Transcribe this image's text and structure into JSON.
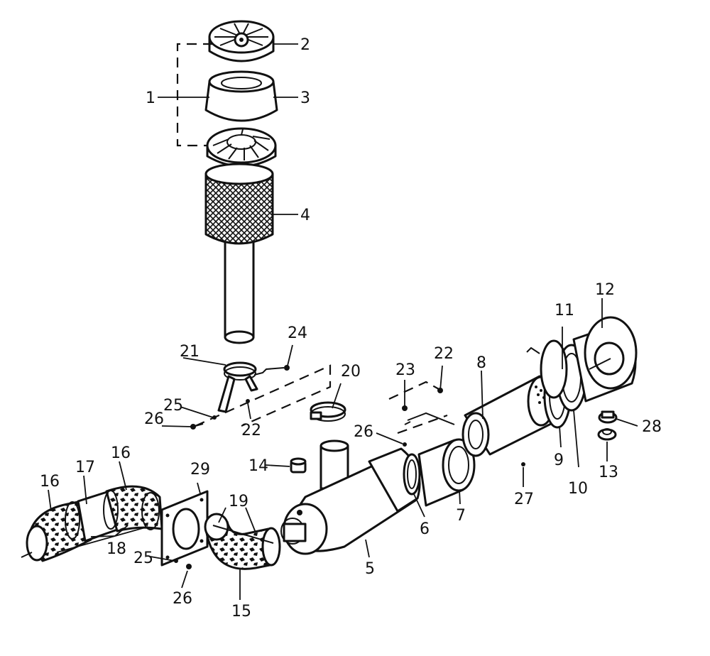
{
  "callouts": {
    "n1": "1",
    "n2": "2",
    "n3": "3",
    "n4": "4",
    "n5": "5",
    "n6": "6",
    "n7": "7",
    "n8": "8",
    "n9": "9",
    "n10": "10",
    "n11": "11",
    "n12": "12",
    "n13": "13",
    "n14": "14",
    "n15": "15",
    "n16a": "16",
    "n16b": "16",
    "n17": "17",
    "n18": "18",
    "n19": "19",
    "n20": "20",
    "n21": "21",
    "n22a": "22",
    "n22b": "22",
    "n23": "23",
    "n24": "24",
    "n25a": "25",
    "n25b": "25",
    "n26a": "26",
    "n26b": "26",
    "n26c": "26",
    "n27": "27",
    "n28": "28",
    "n29": "29"
  }
}
